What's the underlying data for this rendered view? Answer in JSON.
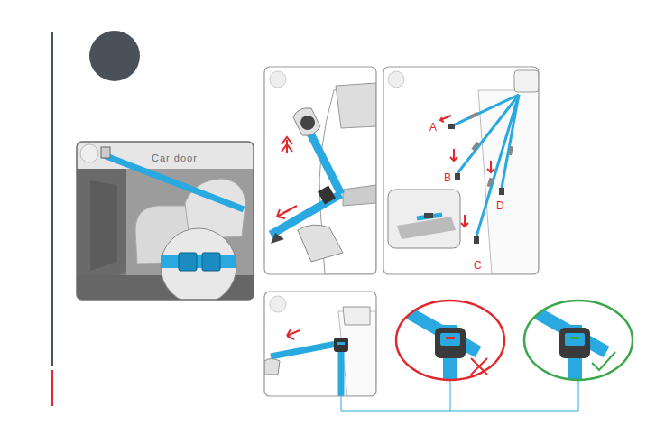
{
  "diagram": {
    "labels": [
      "Car door",
      "A",
      "B",
      "C",
      "D"
    ]
  }
}
